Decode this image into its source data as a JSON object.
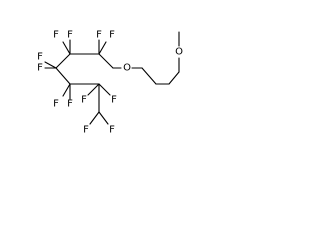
{
  "molecule": {
    "labels": {
      "f1": "F",
      "f2": "F",
      "f3": "F",
      "f4": "F",
      "f5": "F",
      "f6": "F",
      "f7": "F",
      "f8": "F",
      "f9": "F",
      "f10": "F",
      "f11": "F",
      "f12": "F",
      "o1": "O",
      "o2": "O"
    },
    "colors": {
      "bond": "#000000",
      "text": "#000000",
      "background": "#ffffff"
    }
  }
}
